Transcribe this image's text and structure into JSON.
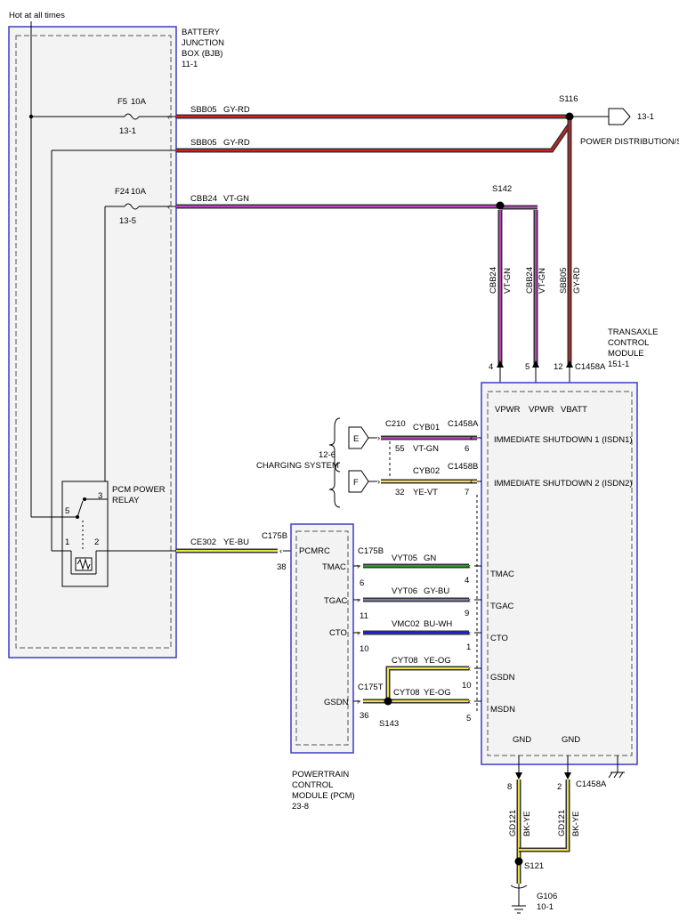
{
  "hot_label": "Hot at all times",
  "bjb": {
    "l1": "BATTERY",
    "l2": "JUNCTION",
    "l3": "BOX (BJB)",
    "l4": "11-1"
  },
  "fuses": {
    "f5": {
      "name": "F5",
      "rating": "10A",
      "ref": "13-1"
    },
    "f24": {
      "name": "F24",
      "rating": "10A",
      "ref": "13-5"
    }
  },
  "relay": {
    "l1": "PCM POWER",
    "l2": "RELAY",
    "pin5": "5",
    "pin3": "3",
    "pin1": "1",
    "pin2": "2"
  },
  "splices": {
    "s116": "S116",
    "s142": "S142",
    "s143": "S143",
    "s121": "S121"
  },
  "power_dist": {
    "ref": "13-1",
    "label": "POWER DISTRIBUTION/SJB"
  },
  "wires": {
    "sbb05a": {
      "circuit": "SBB05",
      "color": "GY-RD"
    },
    "sbb05b": {
      "circuit": "SBB05",
      "color": "GY-RD"
    },
    "cbb24": {
      "circuit": "CBB24",
      "color": "VT-GN"
    },
    "v1": {
      "circuit": "CBB24",
      "color": "VT-GN"
    },
    "v2": {
      "circuit": "CBB24",
      "color": "VT-GN"
    },
    "v3": {
      "circuit": "SBB05",
      "color": "GY-RD"
    },
    "cyb01": {
      "circuit": "CYB01",
      "color": "VT-GN"
    },
    "cyb02": {
      "circuit": "CYB02",
      "color": "YE-VT"
    },
    "ce302": {
      "circuit": "CE302",
      "color": "YE-BU"
    },
    "vyt05": {
      "circuit": "VYT05",
      "color": "GN"
    },
    "vyt06": {
      "circuit": "VYT06",
      "color": "GY-BU"
    },
    "vmc02": {
      "circuit": "VMC02",
      "color": "BU-WH"
    },
    "cyt08a": {
      "circuit": "CYT08",
      "color": "YE-OG"
    },
    "cyt08b": {
      "circuit": "CYT08",
      "color": "YE-OG"
    },
    "gd121a": {
      "circuit": "GD121",
      "color": "BK-YE"
    },
    "gd121b": {
      "circuit": "GD121",
      "color": "BK-YE"
    }
  },
  "tcm": {
    "l1": "TRANSAXLE",
    "l2": "CONTROL",
    "l3": "MODULE",
    "l4": "151-1",
    "connector": "C1458A",
    "pins_top": [
      "4",
      "5",
      "12"
    ],
    "labels_top": [
      "VPWR",
      "VPWR",
      "VBATT"
    ],
    "isdn1": "IMMEDIATE SHUTDOWN 1 (ISDN1)",
    "isdn2": "IMMEDIATE SHUTDOWN 2 (ISDN2)",
    "tmac": "TMAC",
    "tgac": "TGAC",
    "cto": "CTO",
    "gsdn": "GSDN",
    "msdn": "MSDN",
    "gnd1": "GND",
    "gnd2": "GND",
    "pins_bottom": [
      "8",
      "2"
    ],
    "bottom_connector": "C1458A"
  },
  "charging": {
    "ref": "12-6",
    "label": "CHARGING SYSTEM",
    "e": "E",
    "f": "F",
    "c210": "C210",
    "c1458a": "C1458A",
    "c1458b": "C1458B",
    "pin55": "55",
    "pin32": "32",
    "pin6": "6",
    "pin7": "7"
  },
  "pcm": {
    "l1": "POWERTRAIN",
    "l2": "CONTROL",
    "l3": "MODULE (PCM)",
    "l4": "23-8",
    "pcmrc": "PCMRC",
    "tmac": "TMAC",
    "tgac": "TGAC",
    "cto": "CTO",
    "gsdn": "GSDN",
    "c175b": "C175B",
    "c175b2": "C175B",
    "c175t": "C175T",
    "pin38": "38",
    "pin6": "6",
    "pin11": "11",
    "pin10": "10",
    "pin36": "36"
  },
  "tcm_pins": {
    "tmac": "4",
    "tgac": "9",
    "cto": "1",
    "gsdn": "10",
    "msdn": "5"
  },
  "ground": {
    "g106": "G106",
    "ref": "10-1"
  }
}
